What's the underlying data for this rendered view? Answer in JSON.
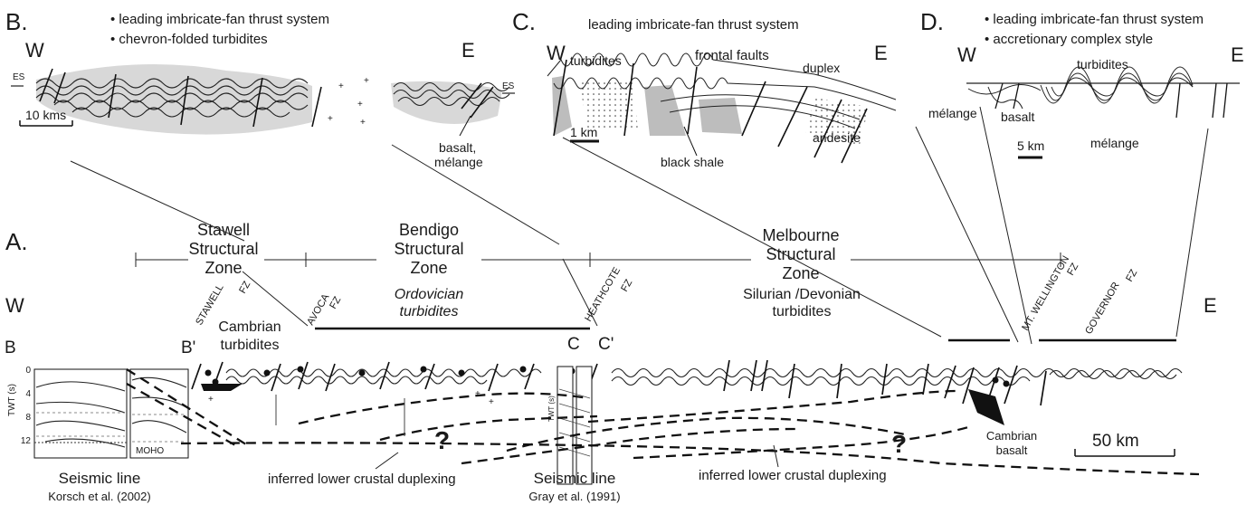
{
  "panel_b": {
    "letter": "B.",
    "bullet_1": "• leading imbricate-fan thrust system",
    "bullet_2": "• chevron-folded turbidites",
    "west": "W",
    "east": "E",
    "es_left": "ES",
    "es_right": "ES",
    "scale": "10 kms",
    "basalt_1": "basalt,",
    "basalt_2": "mélange"
  },
  "panel_c": {
    "letter": "C.",
    "title": "leading imbricate-fan thrust system",
    "west": "W",
    "east": "E",
    "turbidites": "turbidites",
    "frontal_faults": "frontal faults",
    "duplex": "duplex",
    "scale": "1 km",
    "black_shale": "black shale",
    "andesite": "andesite"
  },
  "panel_d": {
    "letter": "D.",
    "bullet_1": "• leading imbricate-fan thrust system",
    "bullet_2": "• accretionary complex style",
    "west": "W",
    "east": "E",
    "turbidites": "turbidites",
    "melange_1": "mélange",
    "basalt": "basalt",
    "scale": "5 km",
    "melange_2": "mélange"
  },
  "panel_a": {
    "letter": "A.",
    "west": "W",
    "east": "E",
    "stawell_zone": [
      "Stawell",
      "Structural",
      "Zone"
    ],
    "bendigo_zone": [
      "Bendigo",
      "Structural",
      "Zone"
    ],
    "melbourne_zone": [
      "Melbourne",
      "Structural",
      "Zone"
    ],
    "ordovician": [
      "Ordovician",
      "turbidites"
    ],
    "silurian": [
      "Silurian /Devonian",
      "turbidites"
    ],
    "fault_zones": [
      "STAWELL",
      "AVOCA",
      "HEATHCOTE",
      "MT. WELLINGTON",
      "GOVERNOR"
    ],
    "fz": "FZ",
    "cambrian_turbidites": [
      "Cambrian",
      "turbidites"
    ],
    "cambrian_basalt": [
      "Cambrian",
      "basalt"
    ],
    "section_b": "B",
    "section_b_prime": "B'",
    "section_c": "C",
    "section_c_prime": "C'",
    "twt_axis": "TWT (s)",
    "twt_ticks": [
      "0",
      "4",
      "8",
      "12"
    ],
    "moho": "MOHO",
    "question": "?",
    "inferred_1": "inferred lower crustal duplexing",
    "inferred_2": "inferred lower crustal duplexing",
    "seismic_1": [
      "Seismic line",
      "Korsch et al. (2002)"
    ],
    "seismic_2": [
      "Seismic line",
      "Gray et al. (1991)"
    ],
    "scale": "50 km",
    "inner_twt": "TWT (s)"
  }
}
